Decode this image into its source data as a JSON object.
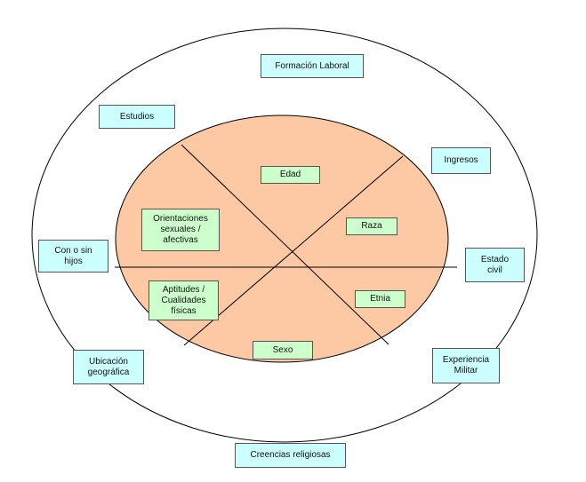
{
  "colors": {
    "outer_box_fill": "#ccffff",
    "inner_box_fill": "#ccffcc",
    "inner_ellipse_fill": "#fcc9a4",
    "outline": "#000000"
  },
  "outer_labels": {
    "formacion_laboral": "Formación Laboral",
    "estudios": "Estudios",
    "ingresos": "Ingresos",
    "con_sin_hijos": "Con o sin\nhijos",
    "estado_civil": "Estado\ncivil",
    "ubicacion_geografica": "Ubicación\ngeográfica",
    "experiencia_militar": "Experiencia\nMilitar",
    "creencias_religiosas": "Creencias religiosas"
  },
  "inner_labels": {
    "edad": "Edad",
    "orientaciones_sexuales": "Orientaciones\nsexuales /\nafectivas",
    "raza": "Raza",
    "aptitudes": "Aptitudes /\nCualidades\nfísicas",
    "etnia": "Etnia",
    "sexo": "Sexo"
  }
}
